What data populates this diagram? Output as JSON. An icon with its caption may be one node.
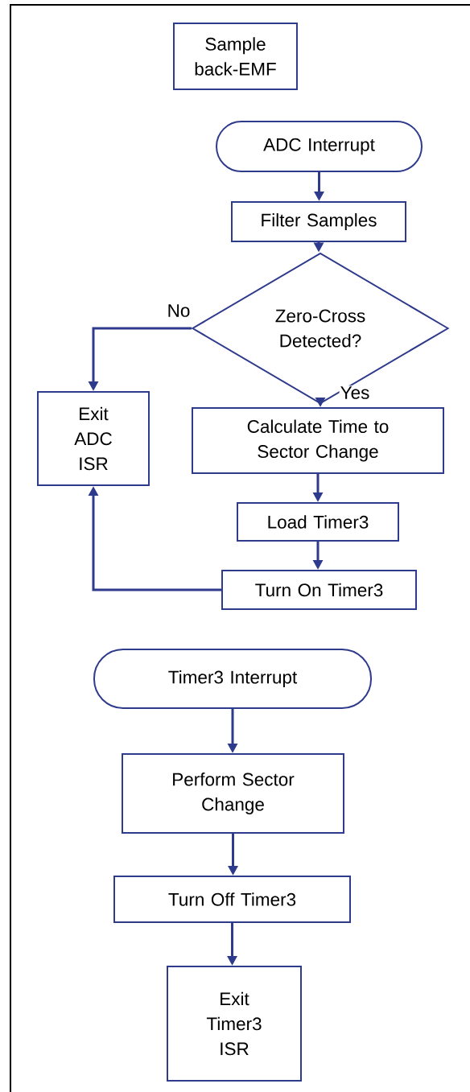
{
  "diagram": {
    "nodes": [
      {
        "text": [
          "Sample back-EMF"
        ]
      },
      {
        "text": [
          "ADC Interrupt"
        ]
      },
      {
        "text": [
          "Filter Samples"
        ]
      },
      {
        "text": [
          "Zero-Cross Detected?"
        ]
      },
      {
        "text": [
          "Exit ADC ISR"
        ]
      },
      {
        "text": [
          "Calculate Time to Sector Change"
        ]
      },
      {
        "text": [
          "Load Timer3"
        ]
      },
      {
        "text": [
          "Turn On Timer3"
        ]
      },
      {
        "text": [
          "Timer3 Interrupt"
        ]
      },
      {
        "text": [
          "Perform Sector Change"
        ]
      },
      {
        "text": [
          "Turn Off Timer3"
        ]
      },
      {
        "text": [
          "Exit Timer3 ISR"
        ]
      }
    ],
    "edges": [
      {
        "from": 1,
        "to": 2,
        "arrow": "to"
      },
      {
        "from": 2,
        "to": 3,
        "arrow": "to"
      },
      {
        "from": 3,
        "to": 4,
        "arrow": "to",
        "label": "No"
      },
      {
        "from": 3,
        "to": 5,
        "arrow": "to",
        "label": "Yes"
      },
      {
        "from": 5,
        "to": 6,
        "arrow": "to"
      },
      {
        "from": 6,
        "to": 7,
        "arrow": "to"
      },
      {
        "from": 7,
        "to": 4,
        "arrow": "to"
      },
      {
        "from": 8,
        "to": 9,
        "arrow": "to"
      },
      {
        "from": 9,
        "to": 10,
        "arrow": "to"
      },
      {
        "from": 10,
        "to": 11,
        "arrow": "to"
      }
    ]
  }
}
